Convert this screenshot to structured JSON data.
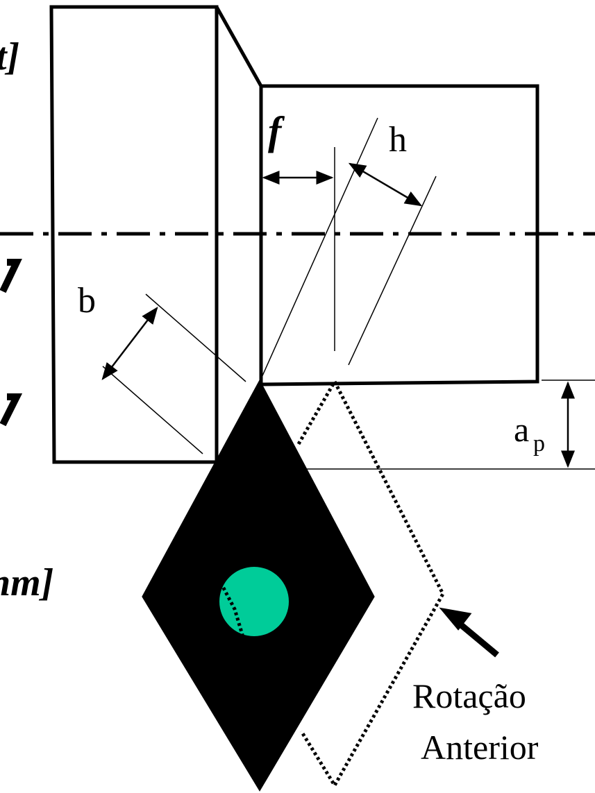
{
  "labels": {
    "feed": "f",
    "chip_thickness": "h",
    "chip_width": "b",
    "depth_of_cut_main": "a",
    "depth_of_cut_sub": "p",
    "rotation_line1": "Rotação",
    "rotation_line2": "Anterior",
    "edge_fragment_top": "t]",
    "edge_fragment_bottom": "nm]"
  },
  "colors": {
    "ink": "#000000",
    "insert_hole": "#00cc99"
  }
}
